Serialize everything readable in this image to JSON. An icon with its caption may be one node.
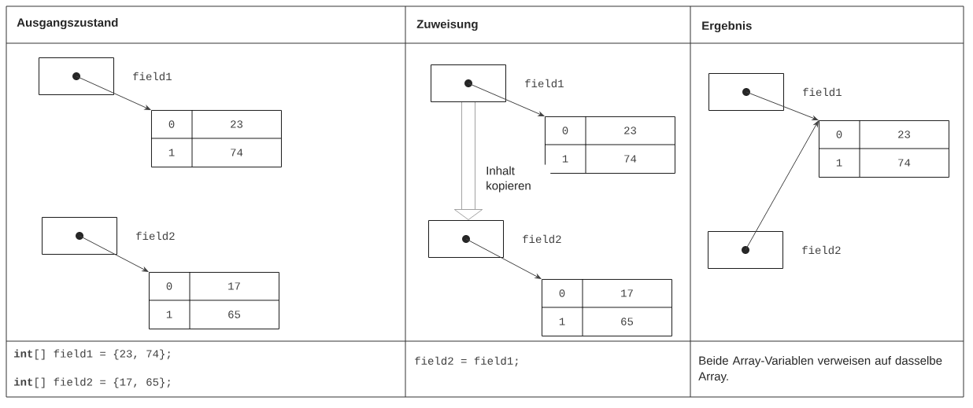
{
  "diagram": {
    "nodes": [
      {
        "text": [],
        "shape": "box",
        "beside": [
          "field1"
        ]
      },
      {
        "text": [
          "0",
          "23",
          "1",
          "74"
        ]
      },
      {
        "text": [],
        "shape": "box",
        "beside": [
          "field2"
        ]
      },
      {
        "text": [
          "0",
          "17",
          "1",
          "65"
        ]
      },
      {
        "text": [],
        "shape": "box",
        "beside": [
          "field1"
        ]
      },
      {
        "text": [
          "0",
          "23",
          "1",
          "74"
        ]
      },
      {
        "text": [],
        "shape": "box",
        "beside": [
          "field2"
        ]
      },
      {
        "text": [
          "0",
          "17",
          "1",
          "65"
        ]
      },
      {
        "text": [],
        "shape": "box",
        "beside": [
          "field1"
        ]
      },
      {
        "text": [
          "0",
          "23",
          "1",
          "74"
        ]
      },
      {
        "text": [],
        "shape": "box",
        "beside": [
          "field2"
        ]
      }
    ],
    "edges": [
      {
        "from": 0,
        "to": 1,
        "arrow": "to"
      },
      {
        "from": 2,
        "to": 3,
        "arrow": "to"
      },
      {
        "from": 4,
        "to": 5,
        "arrow": "to"
      },
      {
        "from": 4,
        "to": 6,
        "arrow": "to",
        "label": "Inhalt kopieren",
        "style": "thick",
        "color": "#999999"
      },
      {
        "from": 6,
        "to": 7,
        "arrow": "to"
      },
      {
        "from": 8,
        "to": 9,
        "arrow": "to"
      },
      {
        "from": 10,
        "to": 9,
        "arrow": "to"
      }
    ],
    "labels": [
      "Ausgangszustand",
      "Zuweisung",
      "Ergebnis",
      "**int**[] field1 = {23, 74};",
      "**int**[] field2 = {17, 65};",
      "field2 = field1;",
      "Beide Array-Variablen verweisen auf dasselbe Array."
    ]
  }
}
